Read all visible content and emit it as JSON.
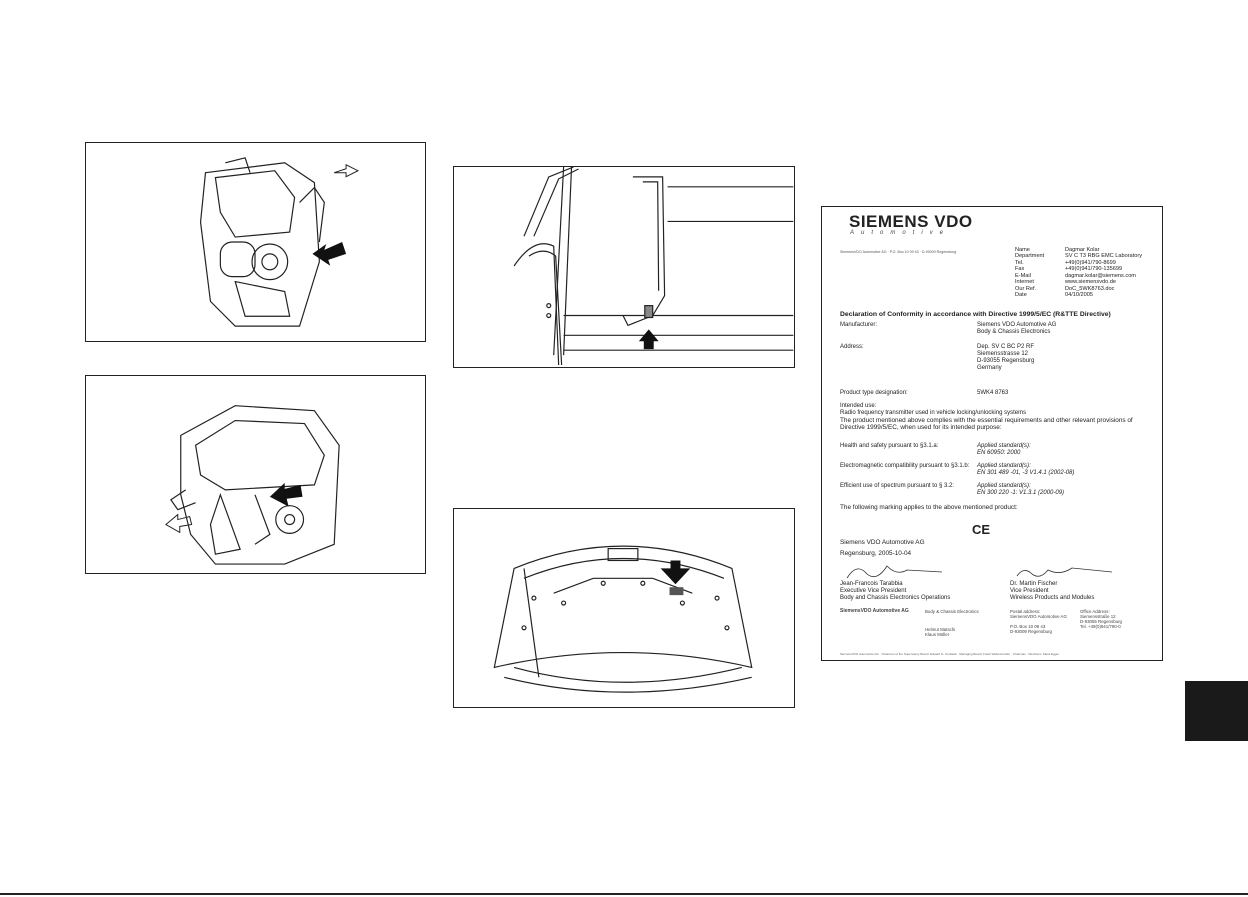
{
  "certificate": {
    "logo": "SIEMENS VDO",
    "logo_sub": "Automotive",
    "sender_line": "SiemensVDO Automotive AG · P.O. Box 10 09 43 · D-93009 Regensburg",
    "contact": [
      {
        "key": "Name",
        "value": "Dagmar Kolar"
      },
      {
        "key": "Department",
        "value": "SV C T3 RBG EMC Laboratory"
      },
      {
        "key": "Tel.",
        "value": "+49(0)941/790-8699"
      },
      {
        "key": "Fax",
        "value": "+49(0)941/790-135699"
      },
      {
        "key": "E-Mail",
        "value": "dagmar.kolar@siemens.com"
      },
      {
        "key": "Internet",
        "value": "www.siemensvdo.de"
      },
      {
        "key": "Our Ref.",
        "value": "DoC_5WK8763.doc"
      },
      {
        "key": "Date",
        "value": "04/10/2005"
      }
    ],
    "heading": "Declaration of Conformity in accordance with Directive 1999/5/EC (R&TTE Directive)",
    "manufacturer_label": "Manufacturer:",
    "manufacturer_value": "Siemens VDO Automotive AG\nBody & Chassis Electronics",
    "address_label": "Address:",
    "address_value": "Dep. SV C BC P2 RF\nSiemensstrasse 12\nD-93055 Regensburg\nGermany",
    "product_label": "Product type designation:",
    "product_value": "5WK4 8763",
    "use_label": "Intended use:",
    "use_value": "Radio frequency transmitter used in vehicle locking/unlocking systems",
    "compliance_text": "The product mentioned above complies with the essential requirements and other relevant provisions of Directive 1999/5/EC, when used for its intended purpose:",
    "health_label": "Health and safety pursuant to §3.1.a:",
    "health_value": "Applied standard(s):\nEN 60950: 2000",
    "emc_label": "Electromagnetic compatibility pursuant to §3.1.b:",
    "emc_value": "Applied standard(s):\nEN 301 489 -01, -3 V1.4.1 (2002-08)",
    "spectrum_label": "Efficient use of spectrum pursuant to § 3.2:",
    "spectrum_value": "Applied standard(s):\nEN 300 220 -1: V1.3.1 (2000-09)",
    "marking_text": "The following marking applies to the above mentioned product:",
    "ce_mark": "CE",
    "company": "Siemens VDO Automotive AG",
    "place_date": "Regensburg, 2005-10-04",
    "signer1": "Jean-Francois Tarabbia\nExecutive Vice President\nBody and Chassis Electronics Operations",
    "signer2": "Dr. Martin Fischer\nVice President\nWireless Products and Modules",
    "footer_company": "SiemensVDO Automotive AG",
    "footer_col1": "Body & Chassis Electronics",
    "footer_col1b": "Helmut Matschi\nKlaus Möller",
    "footer_col2": "Postal address:\nSiemensVDO Automotive AG\n\nP.O. Box 10 09 43\nD-93009 Regensburg",
    "footer_col3": "Office Address:\nSiemensstraße 12\nD-93055 Regensburg\nTel. +49(0)941/790-0",
    "fine_print": "SiemensVDO Automotive AG · Chairman of the Supervisory Board: Edward G. Krubasik · Managing Board: Frank Wellenreuther · Chairman · Members: Klaus Egger"
  }
}
